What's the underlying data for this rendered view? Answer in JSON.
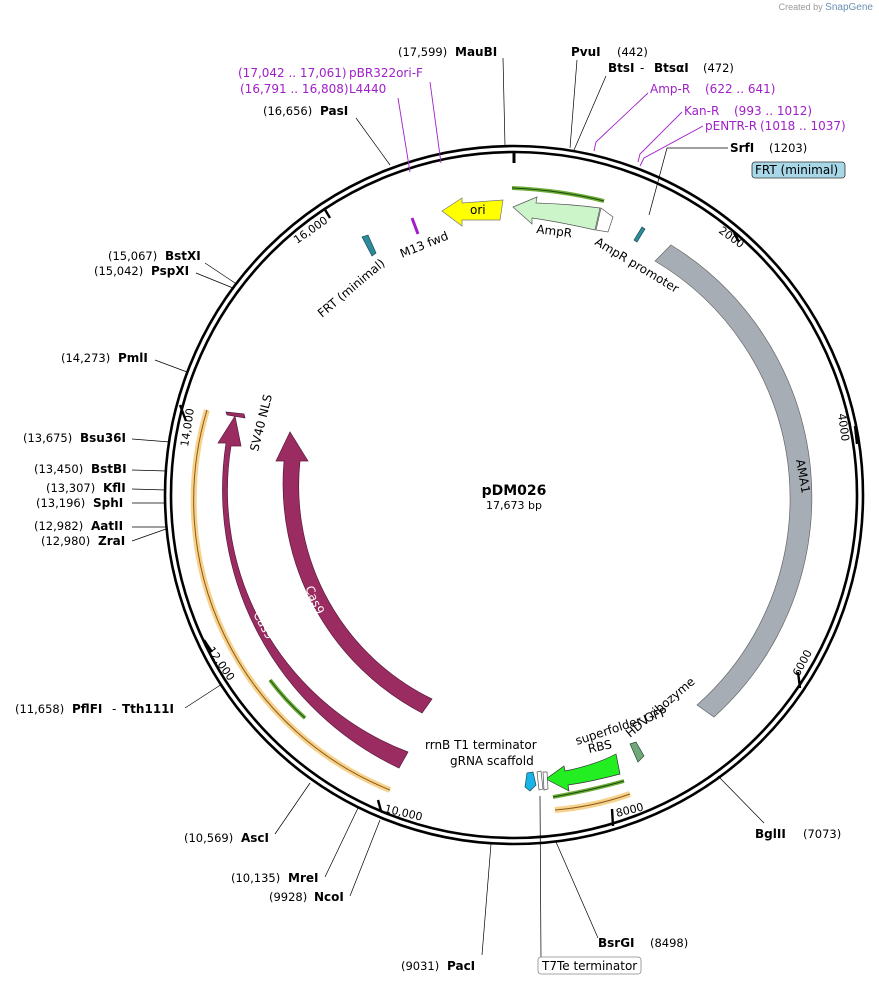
{
  "credit": {
    "text": "Created by",
    "brand": "SnapGene"
  },
  "plasmid": {
    "name": "pDM026",
    "size_label": "17,673 bp"
  },
  "ticks": [
    "2000",
    "4000",
    "6000",
    "8000",
    "10,000",
    "12,000",
    "14,000",
    "16,000"
  ],
  "features": {
    "ama1": "AMA1",
    "ampr": "AmpR",
    "ampr_promoter": "AmpR promoter",
    "ori": "ori",
    "m13": "M13 fwd",
    "frt_left": "FRT (minimal)",
    "frt_right": "FRT (minimal)",
    "sv40": "SV40 NLS",
    "cas9_outer": "Cas9",
    "cas9_inner": "Cas9",
    "rrnb": "rrnB T1 terminator",
    "grna": "gRNA scaffold",
    "sfgfp": "superfolder GFP",
    "rbs": "RBS",
    "hdv": "HDV ribozyme",
    "t7te": "T7Te terminator"
  },
  "sites": [
    {
      "name": "MauBI",
      "pos": "(17,599)"
    },
    {
      "name": "PvuI",
      "pos": "(442)"
    },
    {
      "name": "BtsI",
      "name2": "BtsαI",
      "pos": "(472)"
    },
    {
      "name": "SrfI",
      "pos": "(1203)"
    },
    {
      "name": "PasI",
      "pos": "(16,656)"
    },
    {
      "name": "BstXI",
      "pos": "(15,067)"
    },
    {
      "name": "PspXI",
      "pos": "(15,042)"
    },
    {
      "name": "PmlI",
      "pos": "(14,273)"
    },
    {
      "name": "Bsu36I",
      "pos": "(13,675)"
    },
    {
      "name": "BstBI",
      "pos": "(13,450)"
    },
    {
      "name": "KflI",
      "pos": "(13,307)"
    },
    {
      "name": "SphI",
      "pos": "(13,196)"
    },
    {
      "name": "AatII",
      "pos": "(12,982)"
    },
    {
      "name": "ZraI",
      "pos": "(12,980)"
    },
    {
      "name": "PflFI",
      "name2": "Tth111I",
      "pos": "(11,658)"
    },
    {
      "name": "AscI",
      "pos": "(10,569)"
    },
    {
      "name": "MreI",
      "pos": "(10,135)"
    },
    {
      "name": "NcoI",
      "pos": "(9928)"
    },
    {
      "name": "PacI",
      "pos": "(9031)"
    },
    {
      "name": "BsrGI",
      "pos": "(8498)"
    },
    {
      "name": "BglII",
      "pos": "(7073)"
    }
  ],
  "primers": [
    {
      "name": "pBR322ori-F",
      "range": "(17,042 .. 17,061)"
    },
    {
      "name": "L4440",
      "range": "(16,791 .. 16,808)"
    },
    {
      "name": "Amp-R",
      "range": "(622 .. 641)"
    },
    {
      "name": "Kan-R",
      "range": "(993 .. 1012)"
    },
    {
      "name": "pENTR-R",
      "range": "(1018 .. 1037)"
    }
  ],
  "colors": {
    "ama1": "#a6adb5",
    "ampr": "#ccf5c9",
    "ori": "#ffff00",
    "cas9": "#9b2c62",
    "sfgfp": "#22ee22",
    "frt_box": "#a8d8e8",
    "primer": "#a020c8",
    "promoter": "#2e8b9b",
    "hdv": "#6fa87a"
  }
}
